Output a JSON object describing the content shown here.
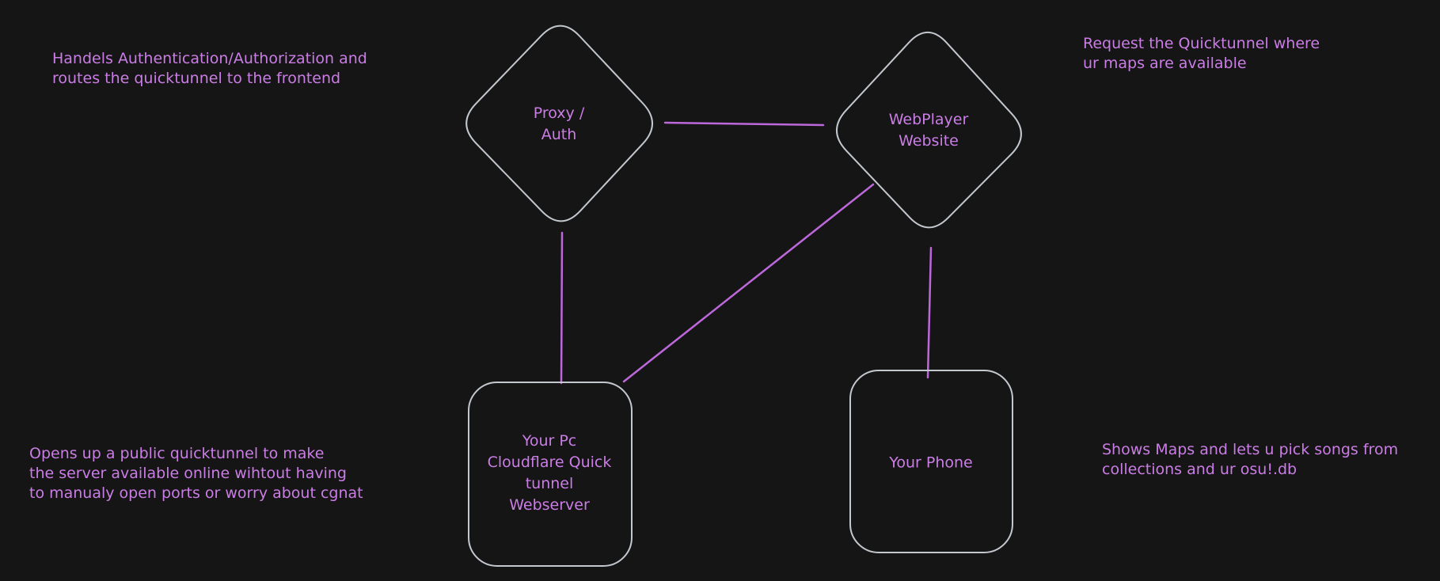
{
  "colors": {
    "background": "#151515",
    "shape_stroke": "#c3c8ce",
    "connector_stroke": "#bd68da",
    "text_purple": "#cb7de6"
  },
  "nodes": {
    "proxy_auth": {
      "shape": "diamond",
      "lines": [
        "Proxy /",
        "Auth"
      ]
    },
    "webplayer": {
      "shape": "diamond",
      "lines": [
        "WebPlayer",
        "Website"
      ]
    },
    "your_pc": {
      "shape": "rounded-rect",
      "lines": [
        "Your Pc",
        "Cloudflare Quick",
        "tunnel",
        "Webserver"
      ]
    },
    "your_phone": {
      "shape": "rounded-rect",
      "lines": [
        "Your Phone"
      ]
    }
  },
  "connectors": [
    {
      "from": "proxy_auth",
      "to": "webplayer"
    },
    {
      "from": "proxy_auth",
      "to": "your_pc"
    },
    {
      "from": "webplayer",
      "to": "your_pc"
    },
    {
      "from": "webplayer",
      "to": "your_phone"
    }
  ],
  "annotations": {
    "top_left": {
      "lines": [
        "Handels Authentication/Authorization and",
        "routes the quicktunnel to the frontend"
      ]
    },
    "top_right": {
      "lines": [
        "Request the Quicktunnel where",
        "ur maps are available"
      ]
    },
    "bottom_left": {
      "lines": [
        "Opens up a public quicktunnel to make",
        "the server available online wihtout having",
        "to manualy open ports or worry about cgnat"
      ]
    },
    "bottom_right": {
      "lines": [
        "Shows Maps and lets u pick songs from",
        "collections and ur osu!.db"
      ]
    }
  }
}
